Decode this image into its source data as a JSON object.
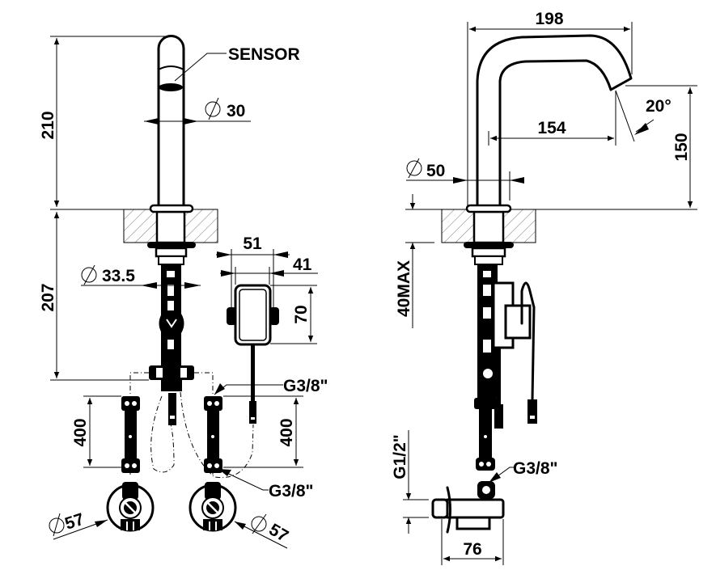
{
  "drawing": {
    "title": "Sensor faucet technical drawing",
    "front_view": {
      "labels": {
        "sensor": "SENSOR",
        "height_above_deck": "210",
        "spout_diameter": "30",
        "height_below_deck": "207",
        "shank_diameter": "33.5",
        "box_width_outer": "51",
        "box_width_inner": "41",
        "box_height": "70",
        "connection_top": "G3/8\"",
        "hose_length_left": "400",
        "hose_length_right": "400",
        "connection_bottom": "G3/8\"",
        "valve_diameter_left": "57",
        "valve_diameter_right": "57"
      }
    },
    "side_view": {
      "labels": {
        "spout_reach_total": "198",
        "spout_reach": "154",
        "spout_angle": "20°",
        "spout_height": "150",
        "base_diameter": "50",
        "deck_thickness": "40MAX",
        "inlet_thread": "G1/2\"",
        "outlet_thread": "G3/8\"",
        "valve_width": "76"
      }
    },
    "symbols": {
      "diameter": "⌀"
    }
  }
}
